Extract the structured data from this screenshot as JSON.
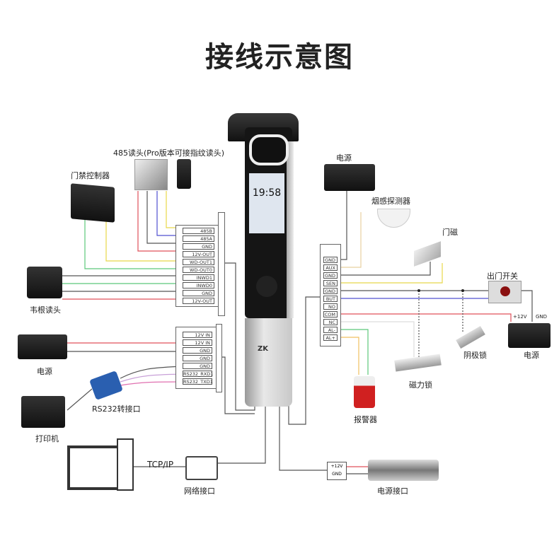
{
  "title": "接线示意图",
  "device": {
    "time": "19:58",
    "brand": "ZK"
  },
  "left_block_1": [
    "485B",
    "485A",
    "GND",
    "12V-OUT",
    "WD-OUT1",
    "WD-OUT0",
    "INWD1",
    "INWD0",
    "GND",
    "12V-OUT"
  ],
  "left_block_2": [
    "12V IN",
    "12V IN",
    "GND",
    "GND",
    "GND",
    "RS232_RXD1",
    "RS232_TXD1"
  ],
  "right_block": [
    "GND",
    "AUX",
    "GND",
    "SEN",
    "GND",
    "BUT",
    "NO",
    "COM",
    "NC",
    "AL-",
    "AL+"
  ],
  "power_terminal": [
    "+12V",
    "GND"
  ],
  "labels": {
    "reader485": "485读头(Pro版本可接指纹读头)",
    "controller": "门禁控制器",
    "wiegand": "韦根读头",
    "power_left": "电源",
    "rs232": "RS232转接口",
    "printer": "打印机",
    "tcpip": "TCP/IP",
    "network": "网络接口",
    "power_port": "电源接口",
    "power_top": "电源",
    "smoke": "烟感探测器",
    "door_sensor": "门磁",
    "exit_button": "出门开关",
    "plus12v": "+12V",
    "gnd": "GND",
    "power_right": "电源",
    "strike": "阴极锁",
    "maglock": "磁力锁",
    "alarm": "报警器"
  },
  "colors": {
    "red": "#e0505a",
    "yellow": "#e8d84a",
    "green": "#5cc87a",
    "blue": "#5050d0",
    "gray": "#555555"
  }
}
